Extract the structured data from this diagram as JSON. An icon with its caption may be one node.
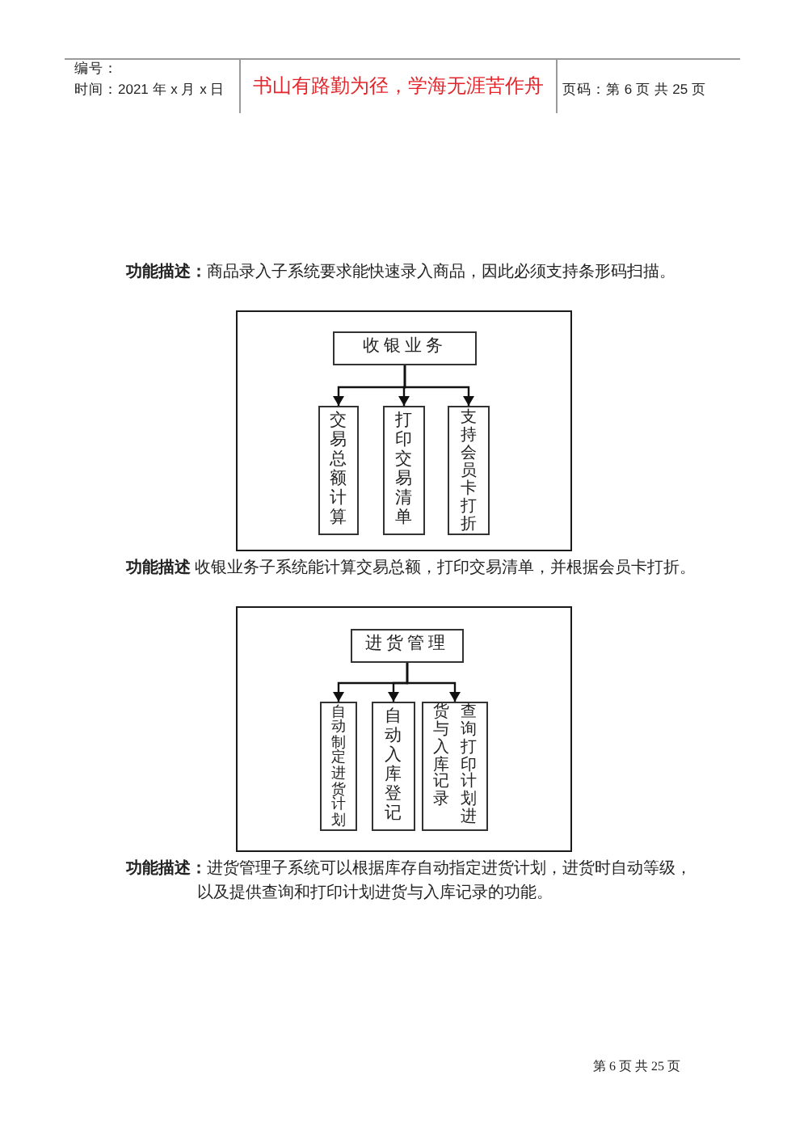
{
  "diagram": {
    "nodes": [
      {
        "text": [],
        "shape": "box"
      },
      {
        "text": [
          "收银业务"
        ],
        "in": 0
      },
      {
        "text": [
          "交易总额计算"
        ],
        "in": 0
      },
      {
        "text": [
          "打印交易清单"
        ],
        "in": 0
      },
      {
        "text": [
          "支持会员卡打折"
        ],
        "in": 0
      },
      {
        "text": [],
        "shape": "box"
      },
      {
        "text": [
          "进货管理"
        ],
        "in": 5
      },
      {
        "text": [
          "自动制定进货计划"
        ],
        "in": 5
      },
      {
        "text": [
          "自动入库登记"
        ],
        "in": 5
      },
      {
        "text": [
          "查询打印计划进货与入库记录"
        ],
        "in": 5
      }
    ],
    "edges": [
      {
        "from": 1,
        "to": 2,
        "arrow": "to"
      },
      {
        "from": 1,
        "to": 3,
        "arrow": "to"
      },
      {
        "from": 1,
        "to": 4,
        "arrow": "to"
      },
      {
        "from": 6,
        "to": 7,
        "arrow": "to"
      },
      {
        "from": 6,
        "to": 8,
        "arrow": "to"
      },
      {
        "from": 6,
        "to": 9,
        "arrow": "to"
      }
    ],
    "labels": [
      "编号：",
      "时间：2021 年 x 月 x 日",
      "书山有路勤为径，学海无涯苦作舟",
      "页码：第 6 页 共 25 页",
      "**功能描述：**商品录入子系统要求能快速录入商品，因此必须支持条形码扫描。",
      "**功能描述** 收银业务子系统能计算交易总额，打印交易清单，并根据会员卡打折。",
      "**功能描述：**进货管理子系统可以根据库存自动指定进货计划，进货时自动等级，以及提供查询和打印计划进货与入库记录的功能。",
      "第 6 页 共 25 页"
    ]
  }
}
